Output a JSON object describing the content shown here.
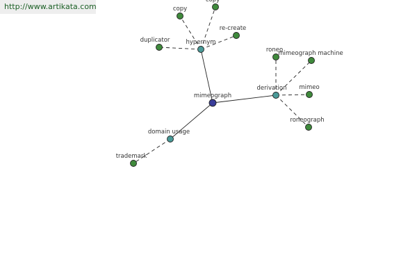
{
  "banner": {
    "url_text": "http://www.artikata.com"
  },
  "colors": {
    "root": "#3a3d9a",
    "relation": "#4a9a98",
    "leaf": "#3f8a3c"
  },
  "graph": {
    "nodes": [
      {
        "id": "mimeograph",
        "label": "mimeograph",
        "kind": "root"
      },
      {
        "id": "hypernym",
        "label": "hypernym",
        "kind": "relation"
      },
      {
        "id": "derivation",
        "label": "derivation",
        "kind": "relation"
      },
      {
        "id": "domain-usage",
        "label": "domain usage",
        "kind": "relation"
      },
      {
        "id": "copy",
        "label": "copy",
        "kind": "leaf"
      },
      {
        "id": "copy2",
        "label": "copy",
        "kind": "leaf"
      },
      {
        "id": "re-create",
        "label": "re-create",
        "kind": "leaf"
      },
      {
        "id": "duplicator",
        "label": "duplicator",
        "kind": "leaf"
      },
      {
        "id": "roneo",
        "label": "roneo",
        "kind": "leaf"
      },
      {
        "id": "mimeograph-machine",
        "label": "mimeograph machine",
        "kind": "leaf"
      },
      {
        "id": "mimeo",
        "label": "mimeo",
        "kind": "leaf"
      },
      {
        "id": "roneograph",
        "label": "roneograph",
        "kind": "leaf"
      },
      {
        "id": "trademark",
        "label": "trademark",
        "kind": "leaf"
      }
    ],
    "edges": [
      {
        "from": "mimeograph",
        "to": "hypernym",
        "style": "solid"
      },
      {
        "from": "mimeograph",
        "to": "derivation",
        "style": "solid"
      },
      {
        "from": "mimeograph",
        "to": "domain-usage",
        "style": "solid"
      },
      {
        "from": "hypernym",
        "to": "copy",
        "style": "dashed"
      },
      {
        "from": "hypernym",
        "to": "copy2",
        "style": "dashed"
      },
      {
        "from": "hypernym",
        "to": "re-create",
        "style": "dashed"
      },
      {
        "from": "hypernym",
        "to": "duplicator",
        "style": "dashed"
      },
      {
        "from": "derivation",
        "to": "roneo",
        "style": "dashed"
      },
      {
        "from": "derivation",
        "to": "mimeograph-machine",
        "style": "dashed"
      },
      {
        "from": "derivation",
        "to": "mimeo",
        "style": "dashed"
      },
      {
        "from": "derivation",
        "to": "roneograph",
        "style": "dashed"
      },
      {
        "from": "domain-usage",
        "to": "trademark",
        "style": "dashed"
      }
    ]
  }
}
